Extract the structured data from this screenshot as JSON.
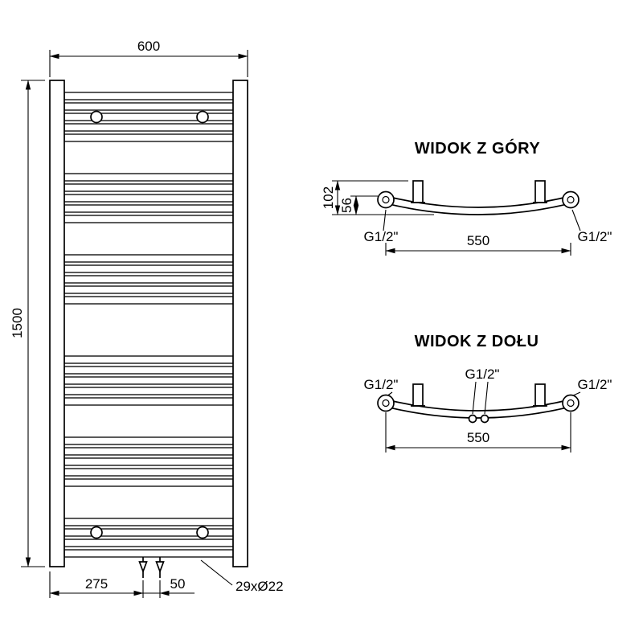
{
  "front_view": {
    "width_label": "600",
    "height_label": "1500",
    "offset_label": "275",
    "spacing_label": "50",
    "tubes_label": "29xØ22"
  },
  "top_view": {
    "title": "WIDOK Z GÓRY",
    "depth_label": "102",
    "tube_depth_label": "56",
    "span_label": "550",
    "thread_left_label": "G1/2\"",
    "thread_right_label": "G1/2\""
  },
  "bottom_view": {
    "title": "WIDOK Z DOŁU",
    "thread_left_label": "G1/2\"",
    "thread_center_label": "G1/2\"",
    "thread_right_label": "G1/2\"",
    "span_label": "550"
  },
  "colors": {
    "line": "#000000",
    "background": "#ffffff"
  }
}
